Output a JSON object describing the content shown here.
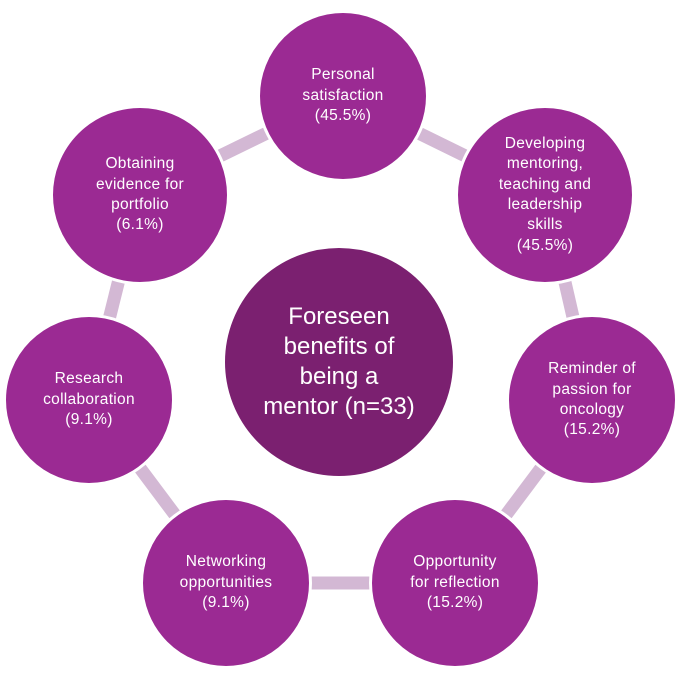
{
  "colors": {
    "node_fill": "#9b2a93",
    "center_fill": "#7b2070",
    "connector": "#d3b8d4",
    "text": "#ffffff"
  },
  "center": {
    "label": "Foreseen\nbenefits of\nbeing a\nmentor (n=33)"
  },
  "benefits": [
    {
      "label": "Personal\nsatisfaction\n(45.5%)",
      "percent": 45.5
    },
    {
      "label": "Developing\nmentoring,\nteaching and\nleadership\nskills\n(45.5%)",
      "percent": 45.5
    },
    {
      "label": "Reminder of\npassion for\noncology\n(15.2%)",
      "percent": 15.2
    },
    {
      "label": "Opportunity\nfor reflection\n(15.2%)",
      "percent": 15.2
    },
    {
      "label": "Networking\nopportunities\n(9.1%)",
      "percent": 9.1
    },
    {
      "label": "Research\ncollaboration\n(9.1%)",
      "percent": 9.1
    },
    {
      "label": "Obtaining\nevidence for\nportfolio\n(6.1%)",
      "percent": 6.1
    }
  ]
}
